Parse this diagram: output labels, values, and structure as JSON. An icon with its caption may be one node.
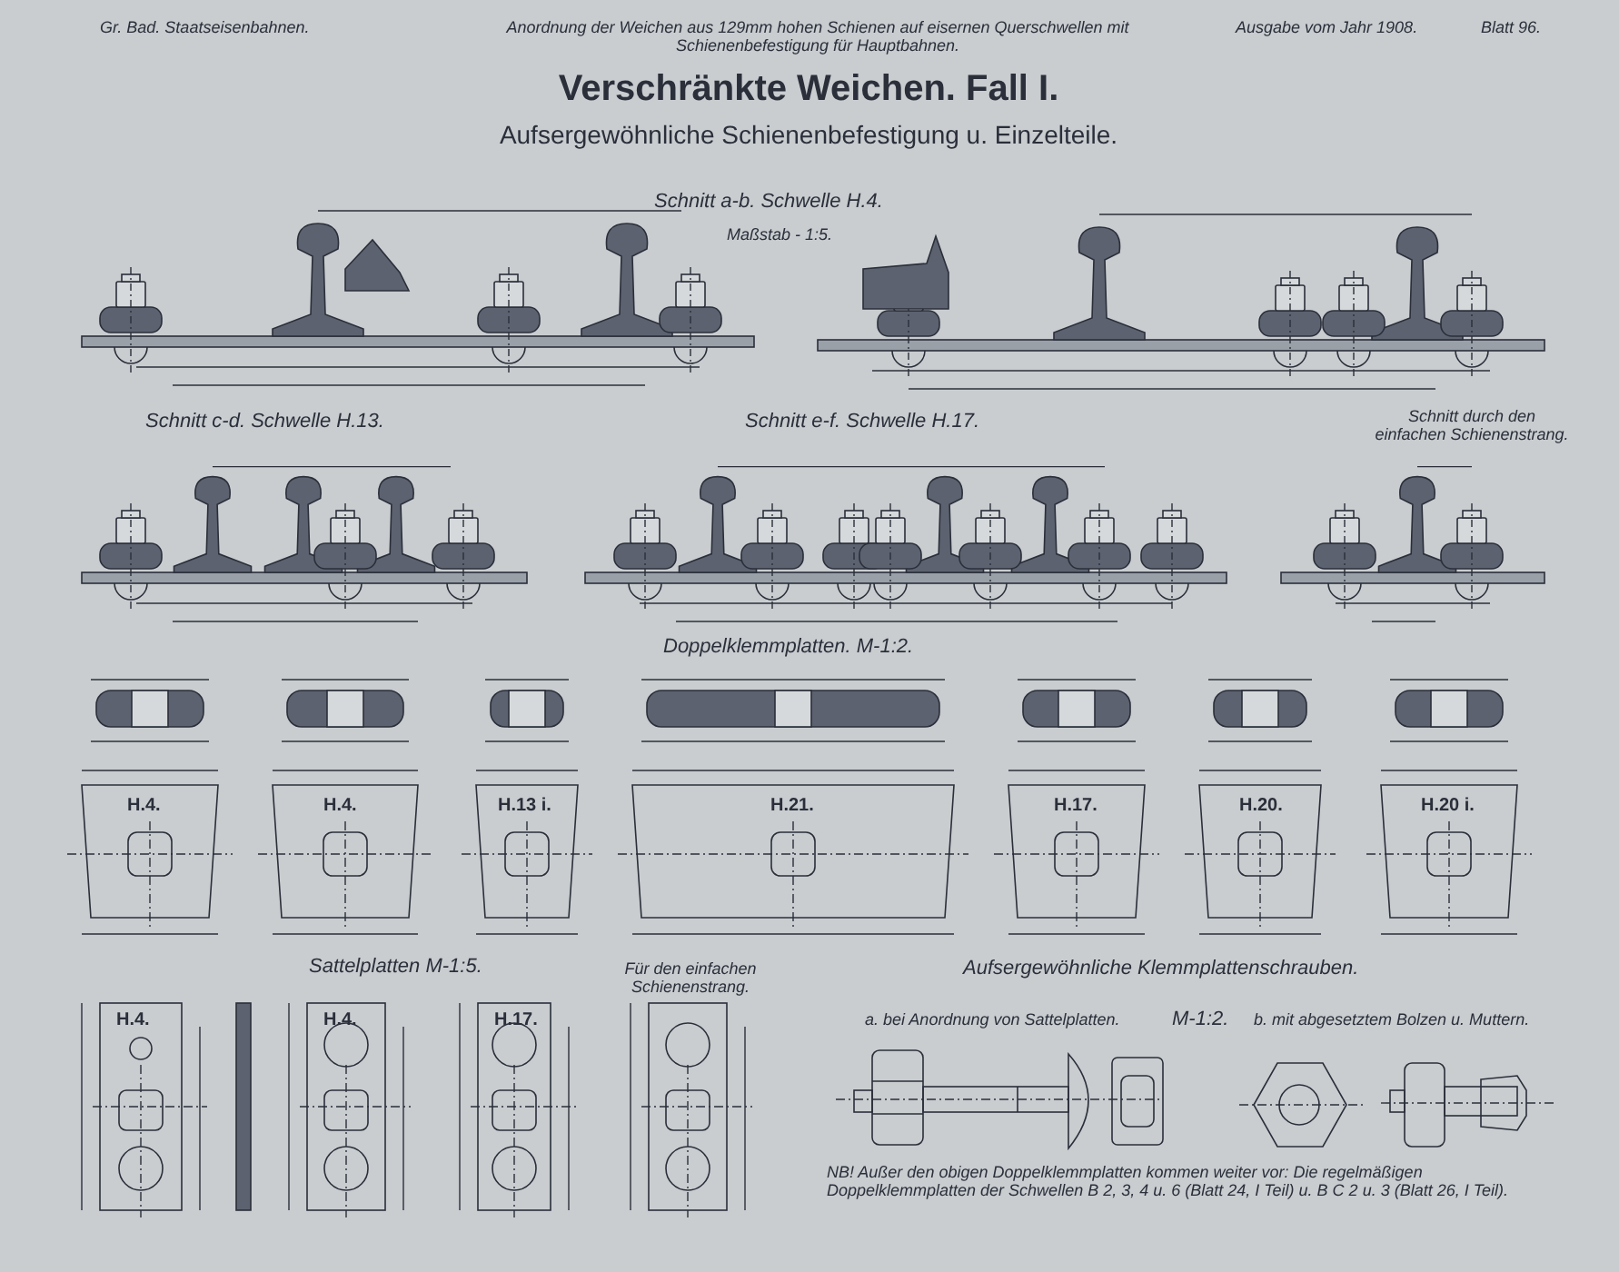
{
  "diagram": {
    "title": "Verschränkte Weichen. Fall I.",
    "labels": [
      "Gr. Bad. Staatseisenbahnen.",
      "Anordnung der Weichen aus 129mm hohen Schienen auf eisernen Querschwellen mit Schienenbefestigung für Hauptbahnen.",
      "Ausgabe vom Jahr 1908.",
      "Blatt 96.",
      "Aufsergewöhnliche Schienenbefestigung u. Einzelteile.",
      "Schnitt a-b. Schwelle H.4.",
      "Maßstab - 1:5.",
      "Schnitt c-d. Schwelle H.13.",
      "Schnitt e-f. Schwelle H.17.",
      "Schnitt durch den einfachen Schienenstrang.",
      "Doppelklemmplatten. M-1:2.",
      "H.4.",
      "H.4.",
      "H.13 i.",
      "H.21.",
      "H.17.",
      "H.20.",
      "H.20 i.",
      "Sattelplatten M-1:5.",
      "H.4.",
      "H.4.",
      "H.17.",
      "Für den einfachen Schienenstrang.",
      "Aufsergewöhnliche Klemmplattenschrauben.",
      "a. bei Anordnung von Sattelplatten.",
      "M-1:2.",
      "b. mit abgesetztem Bolzen u. Muttern.",
      "NB! Außer den obigen Doppelklemmplatten kommen weiter vor: Die regelmäßigen Doppelklemmplatten der Schwellen B 2, 3, 4 u. 6 (Blatt 24, I Teil) u. B C 2 u. 3 (Blatt 26, I Teil)."
    ]
  }
}
